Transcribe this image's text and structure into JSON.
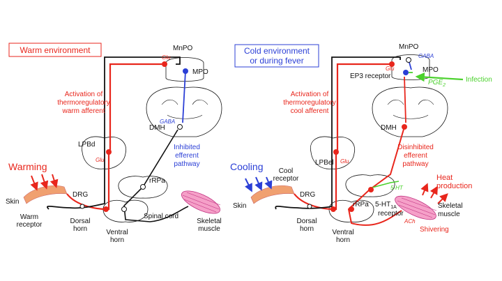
{
  "left": {
    "title": "Warm environment",
    "stimulus": "Warming",
    "skin": "Skin",
    "receptor": [
      "Warm",
      "receptor"
    ],
    "drg": "DRG",
    "dorsal_horn": [
      "Dorsal",
      "horn"
    ],
    "ventral_horn": [
      "Ventral",
      "horn"
    ],
    "spinal_cord": "Spinal cord",
    "skeletal_muscle": [
      "Skeletal",
      "muscle"
    ],
    "lpb": "LPBd",
    "glu_lpb": "Glu",
    "mnpo": "MnPO",
    "glu_mnpo": "Glu",
    "mpo": "MPO",
    "dmh": "DMH",
    "gaba_dmh": "GABA",
    "rrpa": "rRPa",
    "afferent": [
      "Activation of",
      "thermoregulatory",
      "warm afferent"
    ],
    "efferent": [
      "Inhibited",
      "efferent",
      "pathway"
    ]
  },
  "right": {
    "title": [
      "Cold environment",
      "or during fever"
    ],
    "stimulus": "Cooling",
    "skin": "Skin",
    "receptor": [
      "Cool",
      "receptor"
    ],
    "drg": "DRG",
    "dorsal_horn": [
      "Dorsal",
      "horn"
    ],
    "ventral_horn": [
      "Ventral",
      "horn"
    ],
    "lpb": "LPBel",
    "glu_lpb": "Glu",
    "mnpo": "MnPO",
    "gaba_mnpo": "GABA",
    "glu_mpo": "Glu",
    "mpo": "MPO",
    "ep3": "EP3 receptor",
    "pge2": "PGE",
    "pge2_sub": "2",
    "infection": "Infection",
    "dmh": "DMH",
    "rrpa": "rRPa",
    "ht": "5-HT",
    "ht_receptor": "5-HT",
    "ht_receptor_sub": "1A",
    "receptor_word": "receptor",
    "ach": "ACh",
    "afferent": [
      "Activation of",
      "thermoregulatory",
      "cool afferent"
    ],
    "efferent": [
      "Disinhibited",
      "efferent",
      "pathway"
    ],
    "heat": [
      "Heat",
      "production"
    ],
    "skeletal_muscle": [
      "Skeletal",
      "muscle"
    ],
    "shivering": "Shivering"
  },
  "colors": {
    "red": "#e8261c",
    "blue": "#2b3fd6",
    "green": "#4ad12c",
    "black": "#111111",
    "orange": "#f0a070",
    "pink": "#f5a0c8"
  }
}
